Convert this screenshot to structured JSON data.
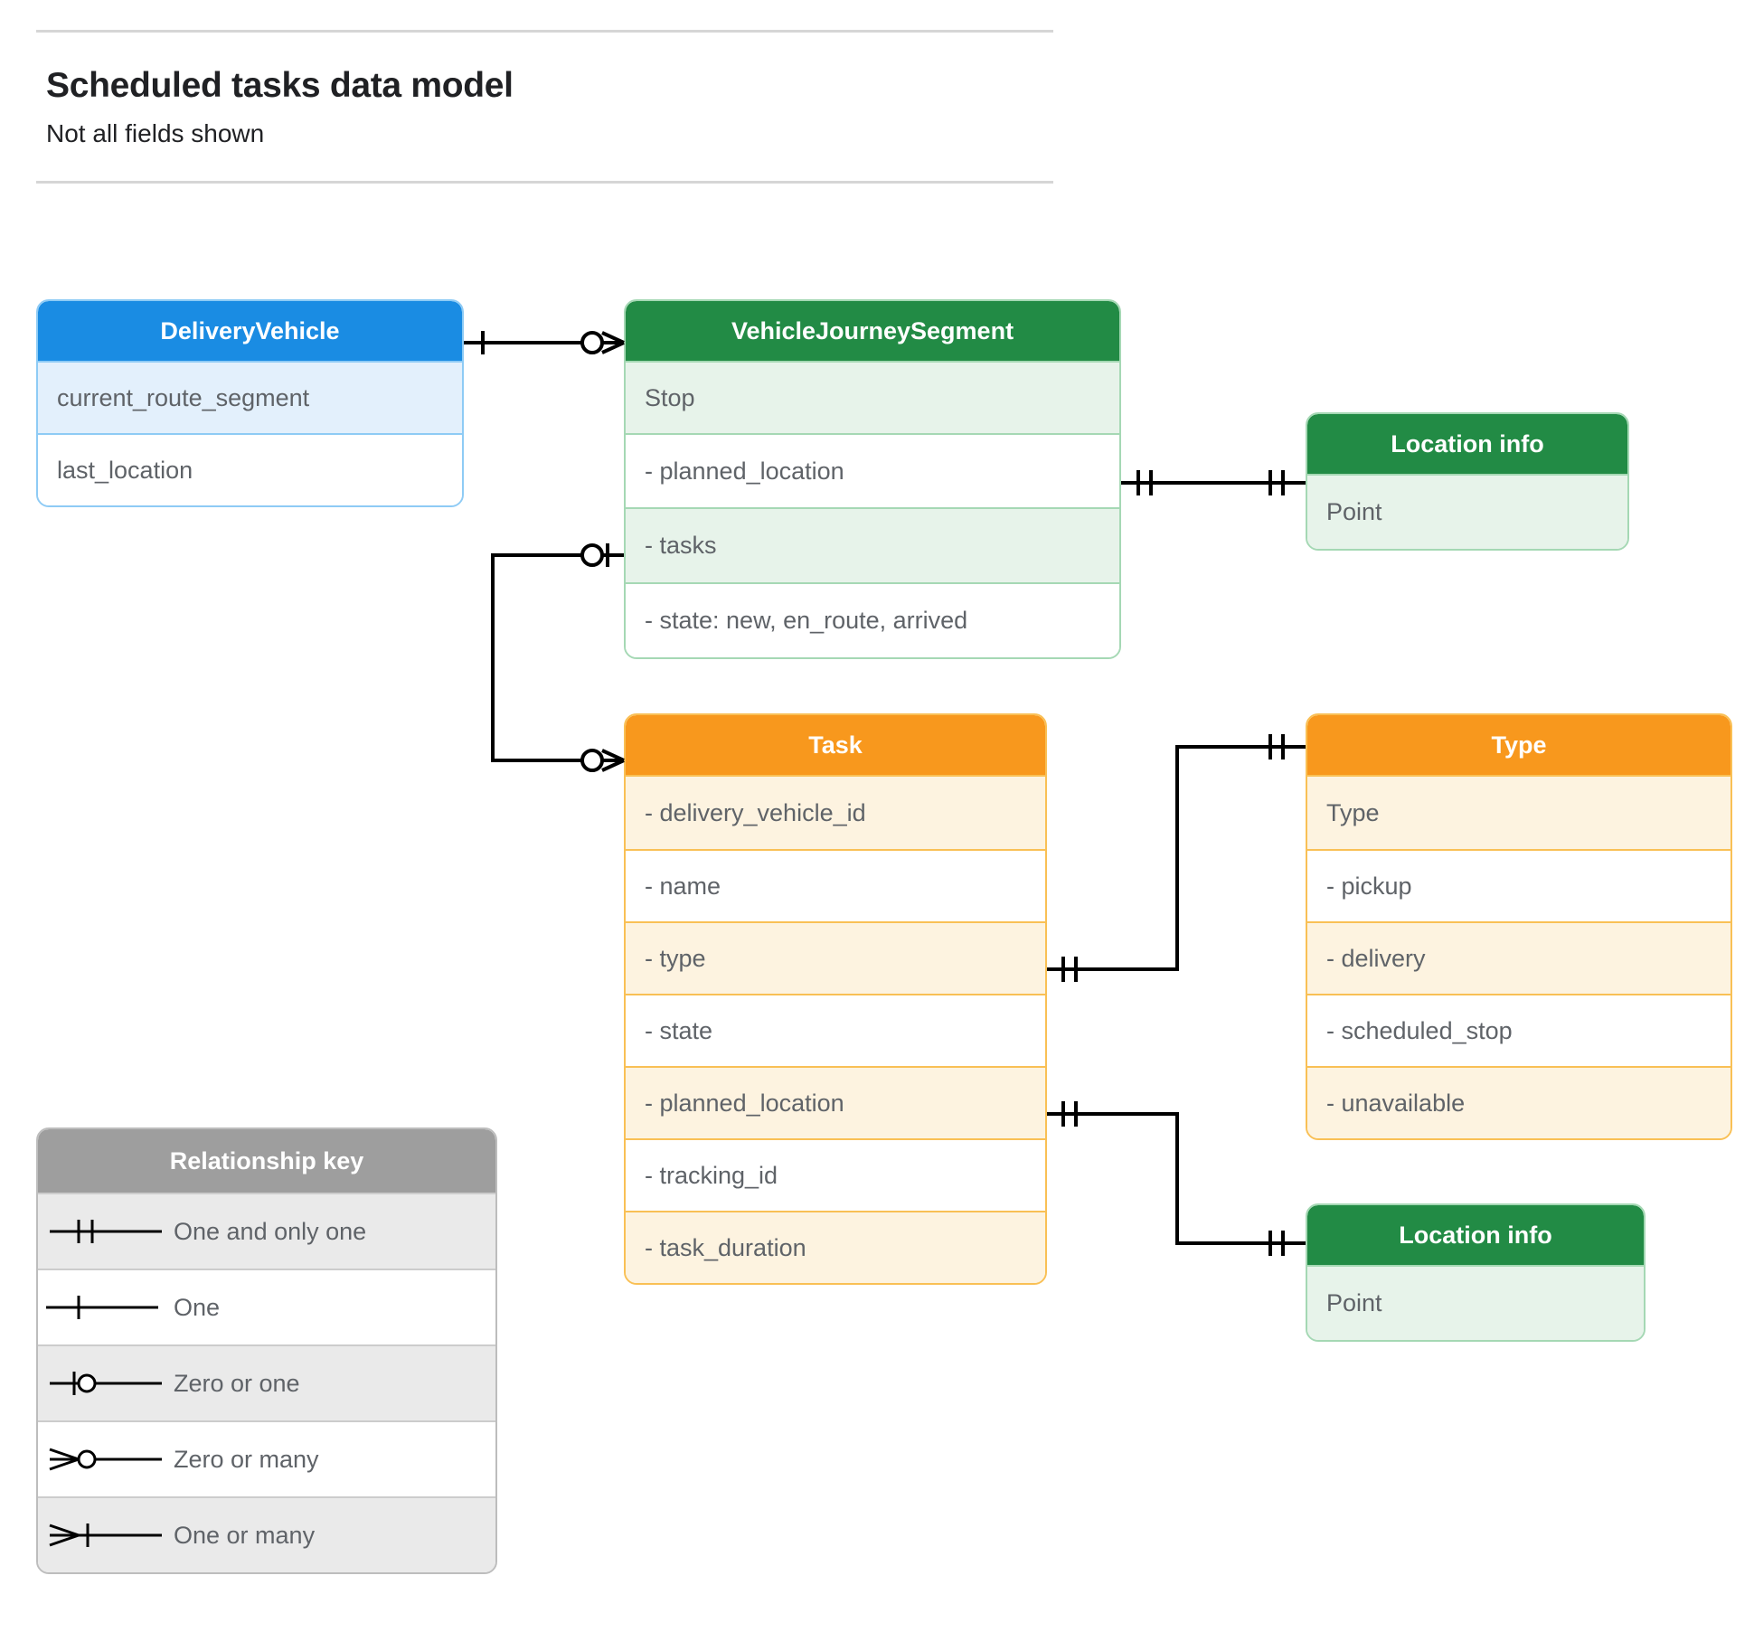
{
  "header": {
    "title": "Scheduled tasks data model",
    "subtitle": "Not all fields shown"
  },
  "entities": {
    "delivery_vehicle": {
      "title": "DeliveryVehicle",
      "color": "#1a8ce3",
      "rows": [
        "current_route_segment",
        "last_location"
      ]
    },
    "vehicle_journey_segment": {
      "title": "VehicleJourneySegment",
      "color": "#228b45",
      "rows": [
        "Stop",
        "-  planned_location",
        "- tasks",
        "- state: new, en_route, arrived"
      ]
    },
    "location_info_top": {
      "title": "Location info",
      "color": "#228b45",
      "rows": [
        "Point"
      ]
    },
    "location_info_bottom": {
      "title": "Location info",
      "color": "#228b45",
      "rows": [
        "Point"
      ]
    },
    "task": {
      "title": "Task",
      "color": "#f8981d",
      "rows": [
        "- delivery_vehicle_id",
        "- name",
        "- type",
        "- state",
        "- planned_location",
        "- tracking_id",
        "- task_duration"
      ]
    },
    "type": {
      "title": "Type",
      "color": "#f8981d",
      "rows": [
        "Type",
        "-   pickup",
        "-   delivery",
        "-   scheduled_stop",
        "-   unavailable"
      ]
    }
  },
  "legend": {
    "title": "Relationship key",
    "items": [
      {
        "label": "One and only one",
        "symbol": "one-and-only-one-symbol"
      },
      {
        "label": "One",
        "symbol": "one-symbol"
      },
      {
        "label": "Zero or one",
        "symbol": "zero-or-one-symbol"
      },
      {
        "label": "Zero or many",
        "symbol": "zero-or-many-symbol"
      },
      {
        "label": "One or many",
        "symbol": "one-or-many-symbol"
      }
    ]
  },
  "relationships": [
    {
      "from": "delivery_vehicle",
      "to": "vehicle_journey_segment",
      "from_cardinality": "One",
      "to_cardinality": "Zero or many"
    },
    {
      "from": "vehicle_journey_segment.planned_location",
      "to": "location_info_top",
      "from_cardinality": "One and only one",
      "to_cardinality": "One and only one"
    },
    {
      "from": "vehicle_journey_segment.tasks",
      "to": "task",
      "from_cardinality": "Zero or one",
      "to_cardinality": "Zero or many"
    },
    {
      "from": "task.type",
      "to": "type",
      "from_cardinality": "One and only one",
      "to_cardinality": "One and only one"
    },
    {
      "from": "task.planned_location",
      "to": "location_info_bottom",
      "from_cardinality": "One and only one",
      "to_cardinality": "One and only one"
    }
  ]
}
